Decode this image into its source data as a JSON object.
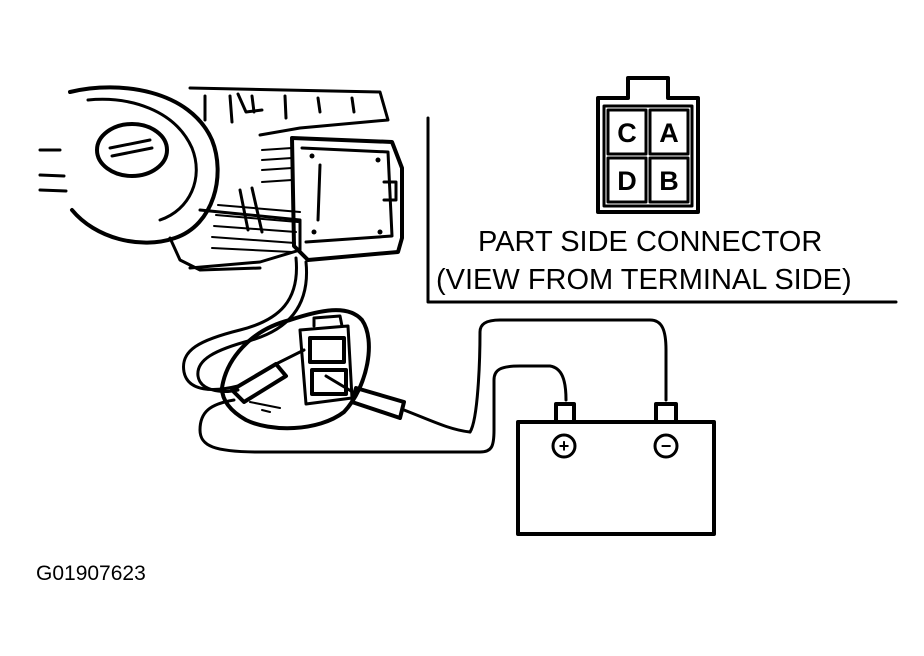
{
  "connector": {
    "terminals": {
      "c": "C",
      "a": "A",
      "d": "D",
      "b": "B"
    },
    "title_line1": "PART SIDE CONNECTOR",
    "title_line2": "(VIEW FROM TERMINAL SIDE)"
  },
  "battery": {
    "positive_symbol": "+",
    "negative_symbol": "−"
  },
  "figure_id": "G01907623"
}
